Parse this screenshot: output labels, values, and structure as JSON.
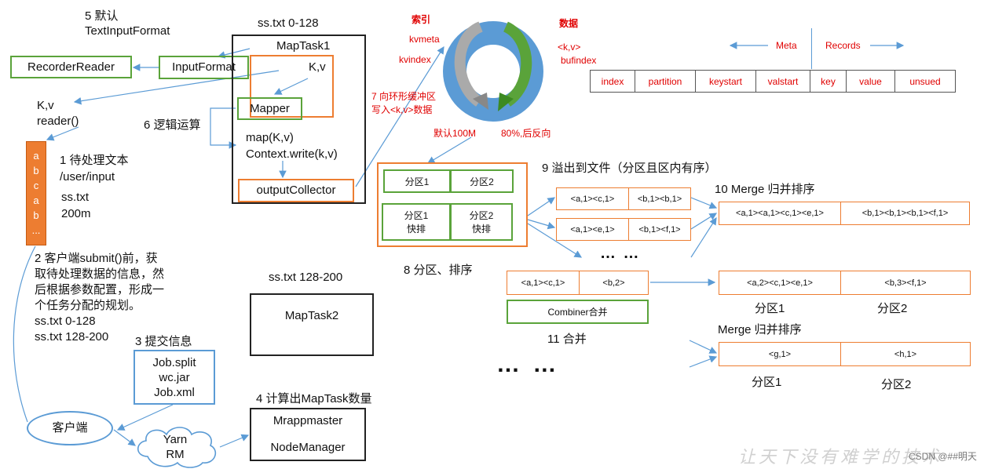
{
  "labels": {
    "default_num": "5 默认",
    "default_fmt": "TextInputFormat",
    "recorder_reader": "RecorderReader",
    "input_format": "InputFormat",
    "kv_reader_1": "K,v",
    "kv_reader_2": "reader()",
    "logic": "6 逻辑运算",
    "file_title": "1 待处理文本",
    "file_path": "/user/input",
    "file_name": "ss.txt",
    "file_size": "200m",
    "file_chars": [
      "a",
      "b",
      "c",
      "a",
      "b",
      "..."
    ],
    "submit_text": [
      "2 客户端submit()前，获",
      "取待处理数据的信息，然",
      "后根据参数配置，形成一",
      "个任务分配的规划。"
    ],
    "split_1": "ss.txt  0-128",
    "split_2": "ss.txt  128-200",
    "submit_info": "3 提交信息",
    "job_files": [
      "Job.split",
      "wc.jar",
      "Job.xml"
    ],
    "client": "客户端",
    "yarn_1": "Yarn",
    "yarn_2": "RM",
    "calc_maptask": "4 计算出MapTask数量",
    "mr_master": "Mrappmaster",
    "node_manager": "NodeManager",
    "mt1_range": "ss.txt 0-128",
    "mt1_title": "MapTask1",
    "kv": "K,v",
    "mapper": "Mapper",
    "map_fn": "map(K,v)",
    "ctx_write": "Context.write(k,v)",
    "output_collector": "outputCollector",
    "mt2_range": "ss.txt 128-200",
    "mt2_title": "MapTask2",
    "ring_index": "索引",
    "ring_kvmeta": "kvmeta",
    "ring_kvindex": "kvindex",
    "ring_data": "数据",
    "ring_kv": "<k,v>",
    "ring_bufindex": "bufindex",
    "ring_write_1": "7 向环形缓冲区",
    "ring_write_2": "写入<k,v>数据",
    "ring_default": "默认100M",
    "ring_reverse": "80%,后反向",
    "meta_label": "Meta",
    "records_label": "Records",
    "meta_cells": [
      "index",
      "partition",
      "keystart",
      "valstart",
      "key",
      "value",
      "unsued"
    ],
    "spill": "9 溢出到文件（分区且区内有序）",
    "partition1": "分区1",
    "partition2": "分区2",
    "sort1_a": "分区1",
    "sort1_b": "快排",
    "sort2_a": "分区2",
    "sort2_b": "快排",
    "partition_sort": "8 分区、排序",
    "spill_row1": [
      "<a,1><c,1>",
      "<b,1><b,1>"
    ],
    "spill_row2": [
      "<a,1><e,1>",
      "<b,1><f,1>"
    ],
    "dots_small": "… …",
    "merge10": "10 Merge 归并排序",
    "merge_row": [
      "<a,1><a,1><c,1><e,1>",
      "<b,1><b,1><b,1><f,1>"
    ],
    "comb_row": [
      "<a,1><c,1>",
      "<b,2>"
    ],
    "combiner": "Combiner合并",
    "combine11": "11 合并",
    "dots_big": "… …",
    "comb_out": [
      "<a,2><c,1><e,1>",
      "<b,3><f,1>"
    ],
    "comb_out_p1": "分区1",
    "comb_out_p2": "分区2",
    "merge_label": "Merge 归并排序",
    "final_row": [
      "<g,1>",
      "<h,1>"
    ],
    "final_p1": "分区1",
    "final_p2": "分区2",
    "watermark": "让天下没有难学的技术",
    "csdn": "CSDN @##明天"
  },
  "colors": {
    "green": "#5aa33a",
    "orange": "#ed7d31",
    "blue": "#5b9bd5",
    "red": "#e00000"
  }
}
